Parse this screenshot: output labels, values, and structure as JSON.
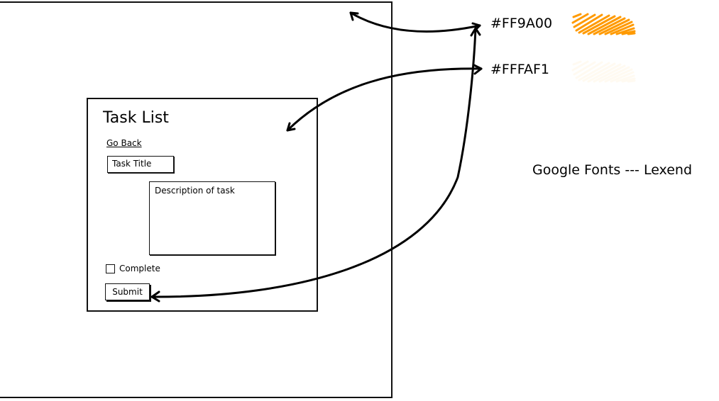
{
  "card": {
    "title": "Task List",
    "go_back_label": "Go Back",
    "task_title_value": "Task Title",
    "description_value": "Description of task",
    "complete_label": "Complete",
    "complete_checked": false,
    "submit_label": "Submit"
  },
  "annotations": {
    "primary_color": {
      "hex_label": "#FF9A00",
      "swatch": "#FF9A00"
    },
    "background_color": {
      "hex_label": "#FFFAF1",
      "swatch": "#FFFAF1"
    },
    "font_note": "Google Fonts --- Lexend"
  }
}
